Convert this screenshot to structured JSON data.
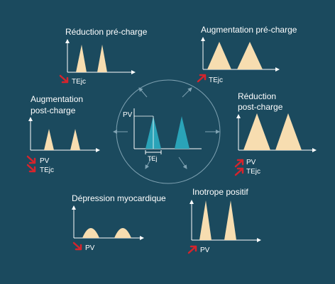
{
  "colors": {
    "background": "#1b4a5e",
    "peak_fill": "#f7ddb0",
    "center_peak_fill": "#2aa3b8",
    "axis": "#ffffff",
    "circle": "#7fa2b2",
    "arrow_icon": "#d6242c"
  },
  "center": {
    "pv_label": "PV",
    "tej_label": "TEj"
  },
  "panels": {
    "reduction_precharge": {
      "title": "Réduction pré-charge",
      "indicators": [
        "TEjc"
      ]
    },
    "augmentation_precharge": {
      "title": "Augmentation pré-charge",
      "indicators": [
        "TEjc"
      ]
    },
    "augmentation_postcharge": {
      "title_line1": "Augmentation",
      "title_line2": "post-charge",
      "indicators": [
        "PV",
        "TEjc"
      ]
    },
    "reduction_postcharge": {
      "title_line1": "Réduction",
      "title_line2": "post-charge",
      "indicators": [
        "PV",
        "TEjc"
      ]
    },
    "depression_myocardique": {
      "title": "Dépression myocardique",
      "indicators": [
        "PV"
      ]
    },
    "inotrope_positif": {
      "title": "Inotrope positif",
      "indicators": [
        "PV"
      ]
    }
  }
}
